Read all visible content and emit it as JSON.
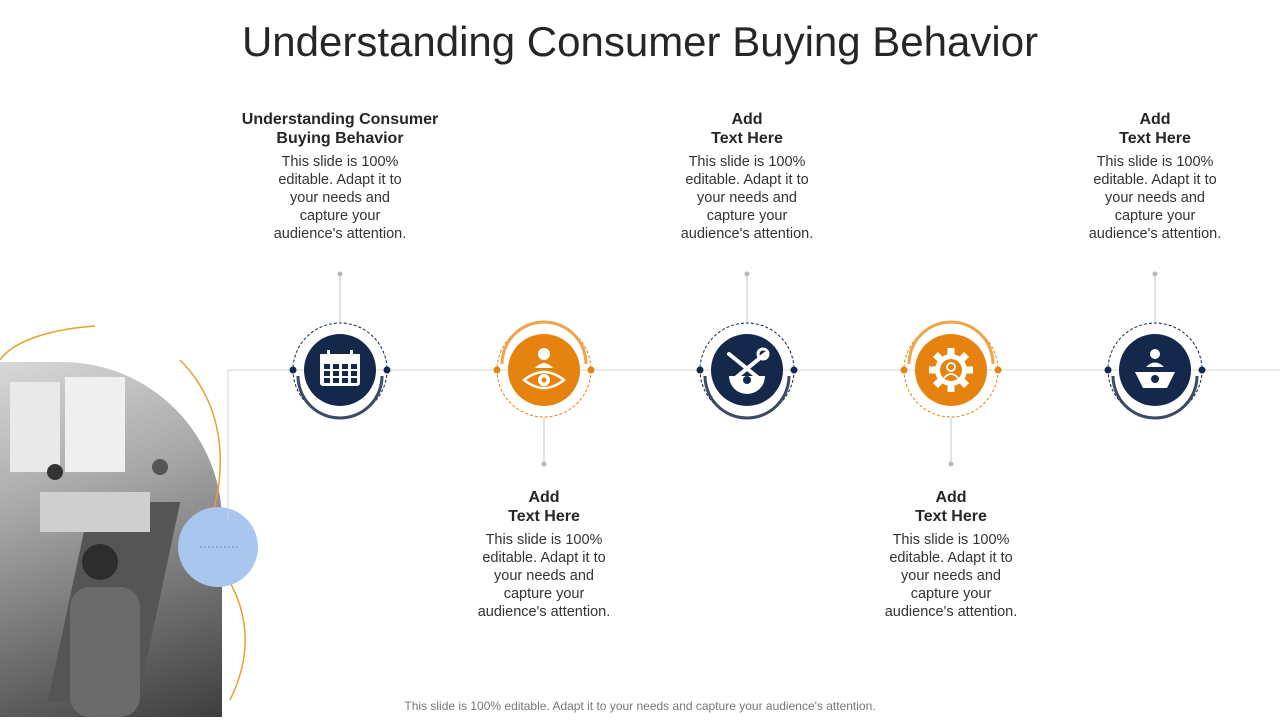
{
  "title": "Understanding Consumer Buying Behavior",
  "steps": [
    {
      "heading": "Understanding Consumer\nBuying Behavior",
      "body": "This slide is 100% editable. Adapt it to your needs and capture your audience's attention.",
      "icon": "calendar-icon",
      "color": "#14284b"
    },
    {
      "heading": "Add\nText Here",
      "body": "This slide is 100% editable. Adapt it to your needs and capture your audience's attention.",
      "icon": "eye-person-icon",
      "color": "#e6820e"
    },
    {
      "heading": "Add\nText Here",
      "body": "This slide is 100% editable. Adapt it to your needs and capture your audience's attention.",
      "icon": "tools-gear-icon",
      "color": "#14284b"
    },
    {
      "heading": "Add\nText Here",
      "body": "This slide is 100% editable. Adapt it to your needs and capture your audience's attention.",
      "icon": "gear-person-icon",
      "color": "#e6820e"
    },
    {
      "heading": "Add\nText Here",
      "body": "This slide is 100% editable. Adapt it to your needs and capture your audience's attention.",
      "icon": "person-gear-icon",
      "color": "#14284b"
    }
  ],
  "footer": "This slide is 100% editable. Adapt it to your needs and capture your audience's attention.",
  "colors": {
    "navy": "#14284b",
    "orange": "#e6820e",
    "line": "#c8c8c8",
    "accent_blue": "#a9c6ee"
  }
}
